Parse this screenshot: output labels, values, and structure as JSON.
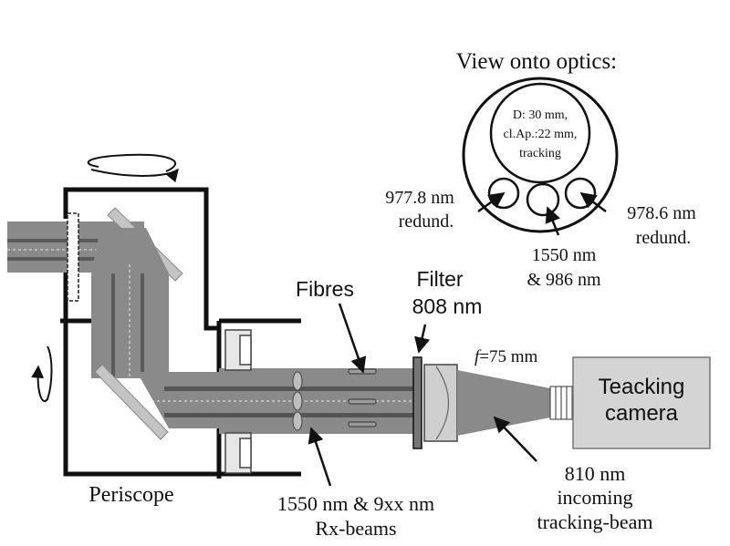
{
  "view_title": "View onto optics:",
  "main_lens": [
    "D: 30 mm,",
    "cl.Ap.:22 mm,",
    "tracking"
  ],
  "left_fibre": [
    "977.8 nm",
    "redund."
  ],
  "right_fibre": [
    "978.6 nm",
    "redund."
  ],
  "bottom_fibre": [
    "1550 nm",
    "& 986 nm"
  ],
  "fibres_label": "Fibres",
  "filter_label": [
    "Filter",
    "808 nm"
  ],
  "focal_label": {
    "italic": "f",
    "rest": "=75 mm"
  },
  "camera_label": [
    "Teacking",
    "camera"
  ],
  "periscope_label": "Periscope",
  "rx_label": [
    "1550 nm & 9xx nm",
    "Rx-beams"
  ],
  "tracking_label": [
    "810 nm",
    "incoming",
    "tracking-beam"
  ],
  "colors": {
    "beam": "#8a8a8a",
    "beam_dark": "#555555",
    "outline": "#111111",
    "mirror": "#c4c4c4",
    "camera": "#d4d4d4"
  }
}
